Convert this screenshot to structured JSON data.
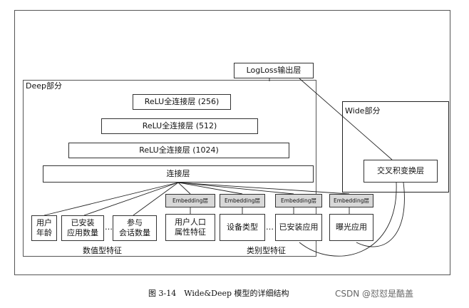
{
  "output_layer": "LogLoss输出层",
  "deep": {
    "title": "Deep部分",
    "layers": [
      "ReLU全连接层 (256)",
      "ReLU全连接层 (512)",
      "ReLU全连接层 (1024)"
    ],
    "concat": "连接层",
    "numeric_features": [
      "用户\n年龄",
      "已安装\n应用数量",
      "参与\n会话数量"
    ],
    "categorical_features": [
      "用户人口\n属性特征",
      "设备类型",
      "已安装应用",
      "曝光应用"
    ],
    "embedding": "Embedding层",
    "ellipsis": "…",
    "numeric_group_label": "数值型特征",
    "categorical_group_label": "类别型特征"
  },
  "wide": {
    "title": "Wide部分",
    "cross_layer": "交叉积变换层"
  },
  "caption": "图 3-14　Wide&Deep 模型的详细结构",
  "watermark": "CSDN @怼怼是酷盖"
}
